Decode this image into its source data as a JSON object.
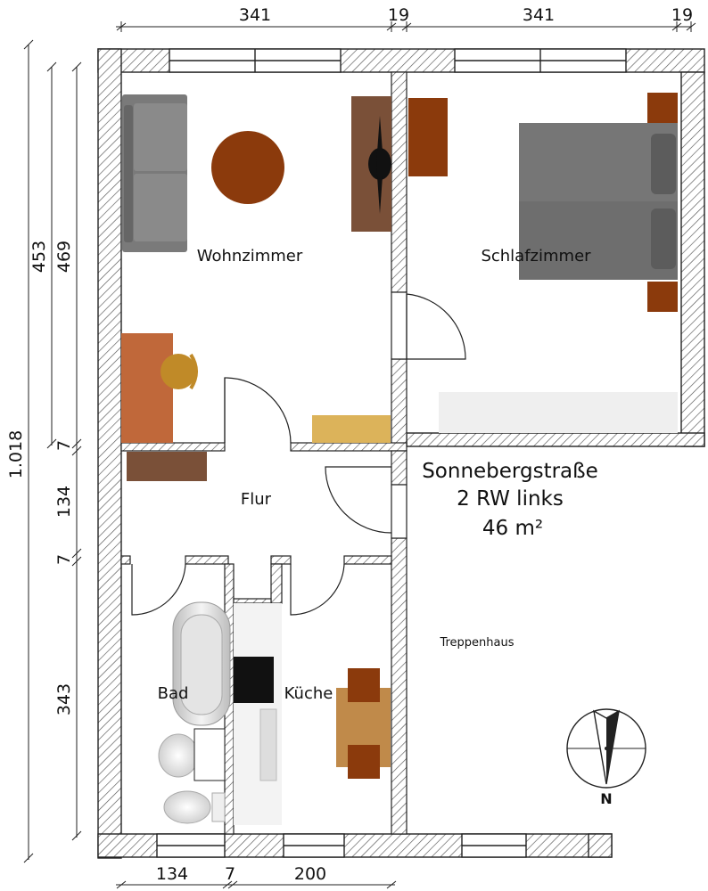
{
  "dimensions": {
    "top": [
      "341",
      "19",
      "341",
      "19"
    ],
    "left_total": "1.018",
    "left_upper": "453",
    "left_upper_inner": "469",
    "left_wall_1": "7",
    "left_flur": "134",
    "left_wall_2": "7",
    "left_lower": "343",
    "bottom": [
      "134",
      "7",
      "200"
    ]
  },
  "rooms": {
    "wohnzimmer": "Wohnzimmer",
    "schlafzimmer": "Schlafzimmer",
    "flur": "Flur",
    "bad": "Bad",
    "kueche": "Küche",
    "treppenhaus": "Treppenhaus"
  },
  "info": {
    "street": "Sonnebergstraße",
    "unit": "2 RW links",
    "area": "46 m²"
  },
  "compass": {
    "label": "N"
  },
  "colors": {
    "wall": "#ffffff",
    "hatch": "#555555",
    "sofa": "#7a7a7a",
    "wood_dark": "#8b3a0c",
    "wood_brown": "#7a5038",
    "desk": "#c0683a",
    "chair": "#c08a28",
    "shelf": "#dcb35a",
    "bed": "#6e6e6e",
    "table": "#c08a4a",
    "stove": "#111111"
  }
}
